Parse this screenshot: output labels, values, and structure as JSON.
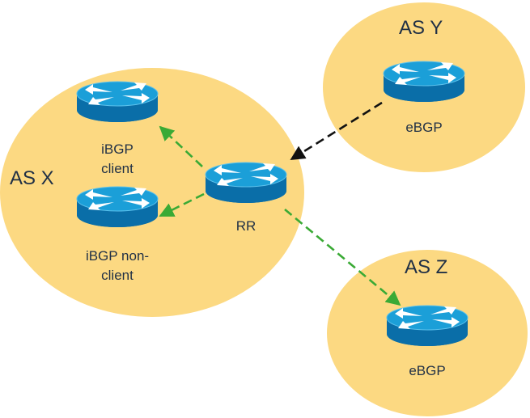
{
  "colors": {
    "as_fill": "#fcd982",
    "router_top": "#1b9fd8",
    "router_side": "#0a6ea8",
    "ibgp_arrow": "#3aaa35",
    "ebgp_arrow": "#111111",
    "label": "#1f2f45"
  },
  "icons": {
    "router": "router-icon"
  },
  "autonomous_systems": {
    "x": {
      "label": "AS X"
    },
    "y": {
      "label": "AS Y"
    },
    "z": {
      "label": "AS Z"
    }
  },
  "routers": {
    "ibgp_client": {
      "label_line1": "iBGP",
      "label_line2": "client"
    },
    "ibgp_nonclient": {
      "label_line1": "iBGP non-",
      "label_line2": "client"
    },
    "rr": {
      "label": "RR"
    },
    "ebgp_y": {
      "label": "eBGP"
    },
    "ebgp_z": {
      "label": "eBGP"
    }
  }
}
